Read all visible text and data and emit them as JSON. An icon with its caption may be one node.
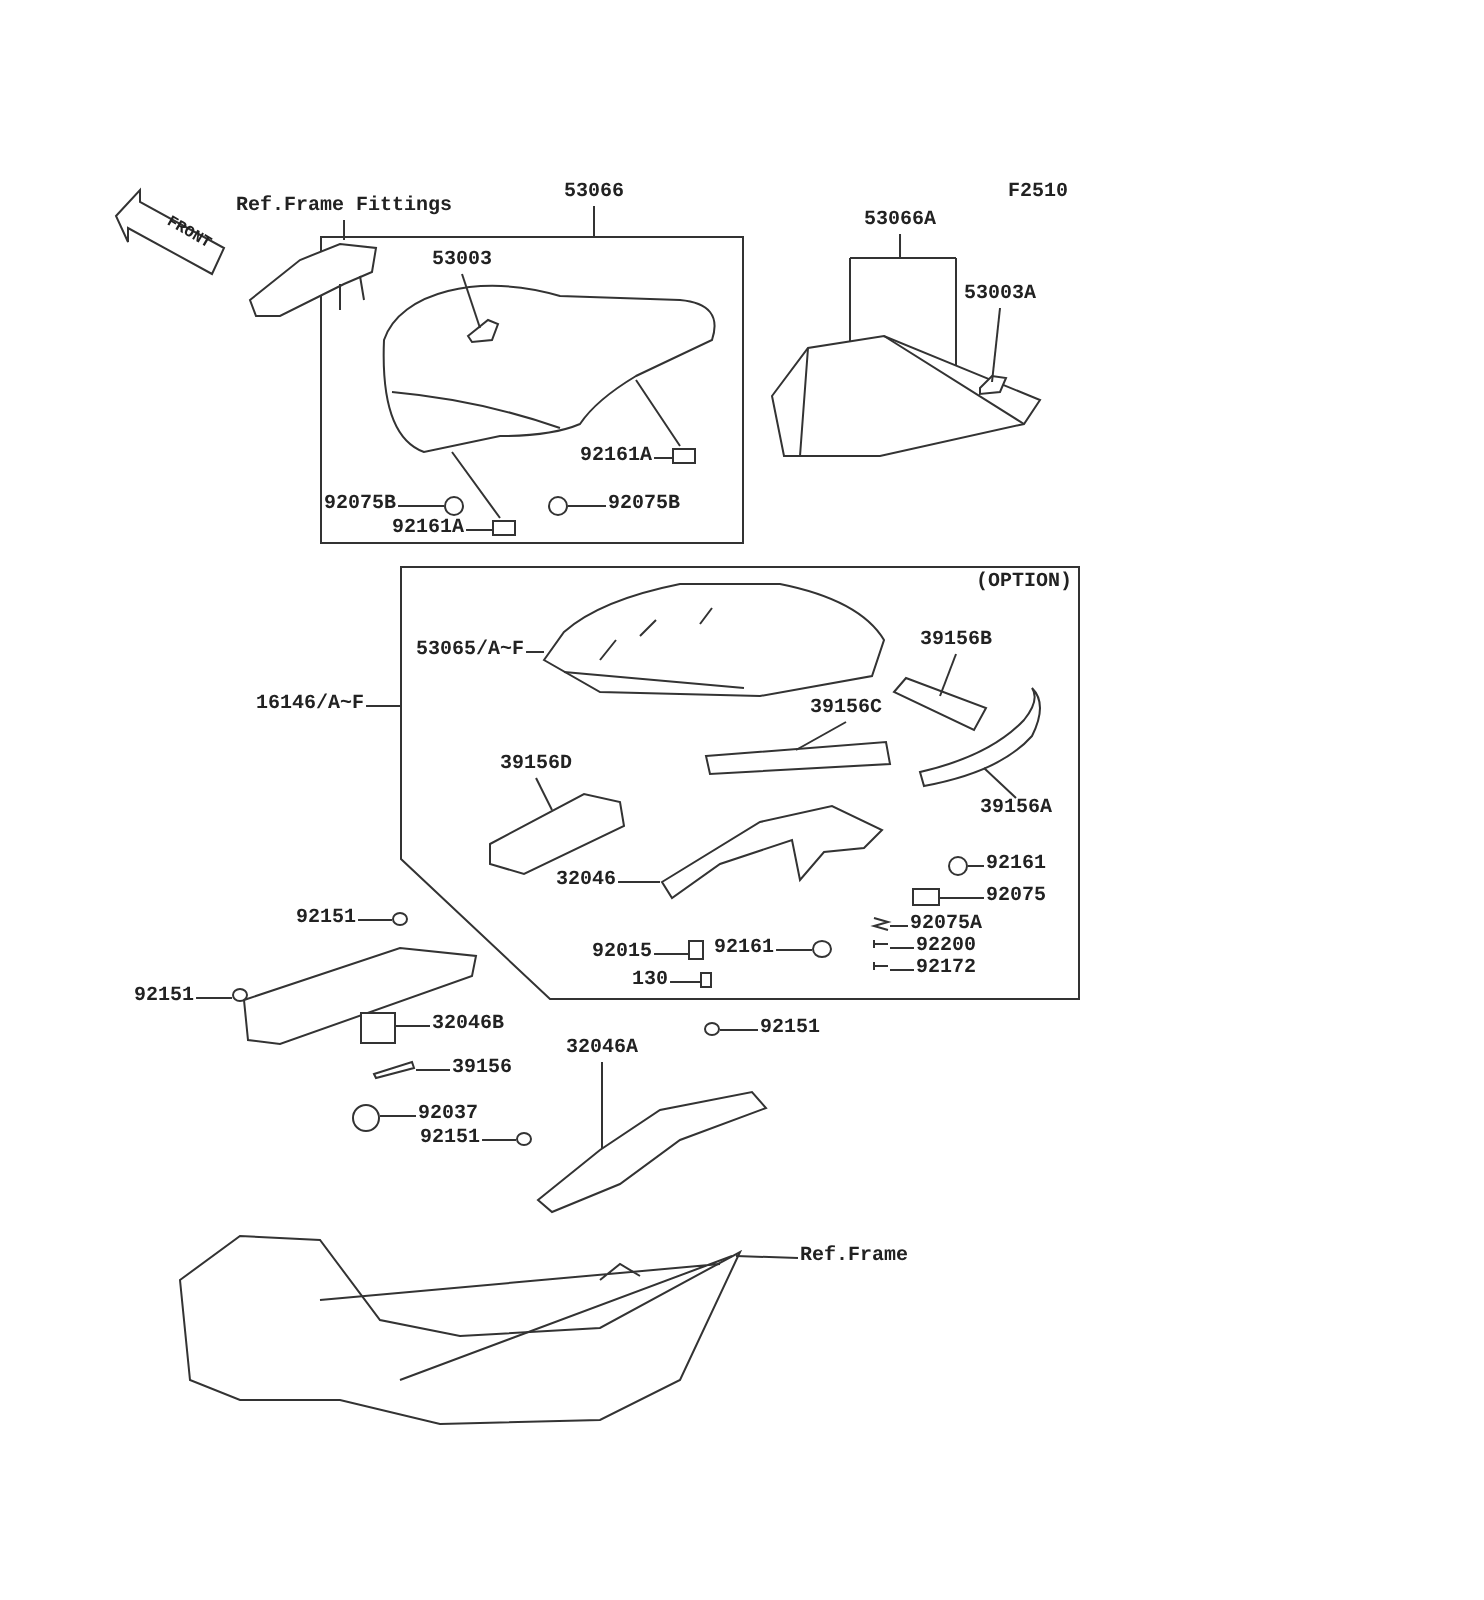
{
  "diagram": {
    "nodes": [
      {
        "text": [],
        "shape": "box"
      },
      {
        "text": [
          "53066"
        ]
      },
      {
        "text": [
          "53003"
        ],
        "in": 0
      },
      {
        "text": [
          "92161A"
        ],
        "in": 0
      },
      {
        "text": [
          "92075B"
        ],
        "in": 0
      },
      {
        "text": [
          "92075B"
        ],
        "in": 0
      },
      {
        "text": [
          "92161A"
        ],
        "in": 0
      },
      {
        "text": [
          "Ref.Frame Fittings"
        ]
      },
      {
        "text": [
          "53066A"
        ]
      },
      {
        "text": [
          "53003A"
        ]
      },
      {
        "text": [
          "(OPTION)"
        ]
      },
      {
        "text": [
          "16146/A~F"
        ]
      },
      {
        "text": [
          "53065/A~F"
        ],
        "in": 10
      },
      {
        "text": [
          "39156B"
        ],
        "in": 10
      },
      {
        "text": [
          "39156C"
        ],
        "in": 10
      },
      {
        "text": [
          "39156A"
        ],
        "in": 10
      },
      {
        "text": [
          "39156D"
        ],
        "in": 10
      },
      {
        "text": [
          "32046"
        ],
        "in": 10
      },
      {
        "text": [
          "92161"
        ],
        "in": 10
      },
      {
        "text": [
          "92075"
        ],
        "in": 10
      },
      {
        "text": [
          "92075A"
        ],
        "in": 10
      },
      {
        "text": [
          "92015"
        ],
        "in": 10
      },
      {
        "text": [
          "92161"
        ],
        "in": 10
      },
      {
        "text": [
          "92200"
        ],
        "in": 10
      },
      {
        "text": [
          "130"
        ],
        "in": 10
      },
      {
        "text": [
          "92172"
        ],
        "in": 10
      },
      {
        "text": [
          "92151"
        ]
      },
      {
        "text": [
          "92151"
        ]
      },
      {
        "text": [
          "32046B"
        ]
      },
      {
        "text": [
          "39156"
        ]
      },
      {
        "text": [
          "92037"
        ]
      },
      {
        "text": [
          "92151"
        ]
      },
      {
        "text": [
          "32046A"
        ]
      },
      {
        "text": [
          "92151"
        ]
      },
      {
        "text": [
          "Ref.Frame"
        ]
      },
      {
        "text": [],
        "shape": "picture"
      },
      {
        "text": [],
        "shape": "picture",
        "in": 0
      },
      {
        "text": [],
        "shape": "box",
        "in": 0
      },
      {
        "text": [],
        "shape": "circle",
        "in": 0
      },
      {
        "text": [],
        "shape": "circle",
        "in": 0
      },
      {
        "text": [],
        "shape": "box",
        "in": 0
      },
      {
        "text": [],
        "shape": "picture"
      },
      {
        "text": [],
        "shape": "picture",
        "in": 41
      },
      {
        "text": [],
        "shape": "picture",
        "in": 10
      },
      {
        "text": [],
        "shape": "bar",
        "in": 10
      },
      {
        "text": [],
        "shape": "bar",
        "in": 10
      },
      {
        "text": [],
        "shape": "picture",
        "in": 10
      },
      {
        "text": [],
        "shape": "bar",
        "in": 10
      },
      {
        "text": [],
        "shape": "picture",
        "in": 10
      },
      {
        "text": [],
        "shape": "circle",
        "in": 10
      },
      {
        "text": [],
        "shape": "box",
        "in": 10
      },
      {
        "text": [],
        "shape": "picture",
        "in": 10
      },
      {
        "text": [],
        "shape": "box",
        "in": 10
      },
      {
        "text": [],
        "shape": "circle",
        "in": 10
      },
      {
        "text": [],
        "shape": "picture",
        "in": 10
      },
      {
        "text": [],
        "shape": "box",
        "in": 10
      },
      {
        "text": [],
        "shape": "picture",
        "in": 10
      },
      {
        "text": [],
        "shape": "circle"
      },
      {
        "text": [],
        "shape": "circle"
      },
      {
        "text": [],
        "shape": "box"
      },
      {
        "text": [],
        "shape": "bar"
      },
      {
        "text": [],
        "shape": "circle"
      },
      {
        "text": [],
        "shape": "circle"
      },
      {
        "text": [],
        "shape": "picture"
      },
      {
        "text": [],
        "shape": "circle"
      },
      {
        "text": [],
        "shape": "picture"
      }
    ],
    "edges": [
      {
        "from": 1,
        "to": 0,
        "arrow": "none"
      },
      {
        "from": 2,
        "to": 36,
        "arrow": "none"
      },
      {
        "from": 3,
        "to": 37,
        "arrow": "none"
      },
      {
        "from": 4,
        "to": 38,
        "arrow": "none"
      },
      {
        "from": 5,
        "to": 39,
        "arrow": "none"
      },
      {
        "from": 6,
        "to": 40,
        "arrow": "none"
      },
      {
        "from": 7,
        "to": 35,
        "arrow": "none"
      },
      {
        "from": 8,
        "to": 41,
        "arrow": "none"
      },
      {
        "from": 9,
        "to": 42,
        "arrow": "none"
      },
      {
        "from": 11,
        "to": 10,
        "arrow": "none"
      },
      {
        "from": 12,
        "to": 43,
        "arrow": "none"
      },
      {
        "from": 13,
        "to": 44,
        "arrow": "none"
      },
      {
        "from": 14,
        "to": 45,
        "arrow": "none"
      },
      {
        "from": 15,
        "to": 46,
        "arrow": "none"
      },
      {
        "from": 16,
        "to": 47,
        "arrow": "none"
      },
      {
        "from": 17,
        "to": 48,
        "arrow": "none"
      },
      {
        "from": 18,
        "to": 49,
        "arrow": "none"
      },
      {
        "from": 19,
        "to": 50,
        "arrow": "none"
      },
      {
        "from": 20,
        "to": 51,
        "arrow": "none"
      },
      {
        "from": 21,
        "to": 52,
        "arrow": "none"
      },
      {
        "from": 22,
        "to": 53,
        "arrow": "none"
      },
      {
        "from": 23,
        "to": 54,
        "arrow": "none"
      },
      {
        "from": 24,
        "to": 55,
        "arrow": "none"
      },
      {
        "from": 25,
        "to": 56,
        "arrow": "none"
      },
      {
        "from": 26,
        "to": 57,
        "arrow": "none"
      },
      {
        "from": 27,
        "to": 58,
        "arrow": "none"
      },
      {
        "from": 28,
        "to": 59,
        "arrow": "none"
      },
      {
        "from": 29,
        "to": 60,
        "arrow": "none"
      },
      {
        "from": 30,
        "to": 61,
        "arrow": "none"
      },
      {
        "from": 31,
        "to": 62,
        "arrow": "none"
      },
      {
        "from": 32,
        "to": 63,
        "arrow": "none"
      },
      {
        "from": 33,
        "to": 64,
        "arrow": "none"
      },
      {
        "from": 34,
        "to": 65,
        "arrow": "none"
      }
    ],
    "labels": [
      "FRONT",
      "F2510"
    ]
  }
}
